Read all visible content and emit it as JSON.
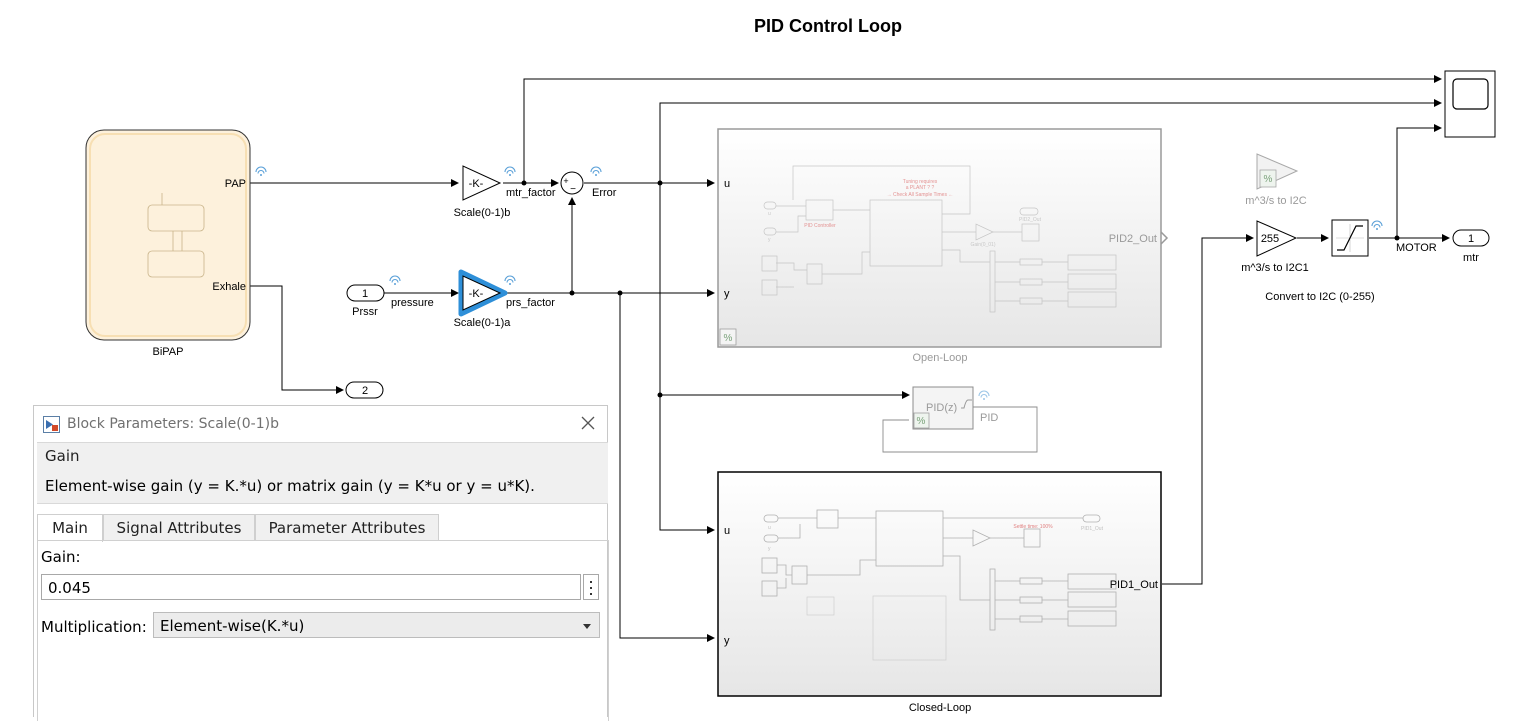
{
  "diagram": {
    "title": "PID Control Loop",
    "blocks": {
      "bipap": "BiPAP",
      "bipap_port_pap": "PAP",
      "bipap_port_exhale": "Exhale",
      "inport_prssr_num": "1",
      "inport_prssr_name": "Prssr",
      "outport_2_num": "2",
      "gain_k": "-K-",
      "gain_k_a": "-K-",
      "scale_b": "Scale(0-1)b",
      "scale_a": "Scale(0-1)a",
      "sum_plus": "+",
      "sum_minus": "−",
      "open_loop": "Open-Loop",
      "open_loop_in_u": "u",
      "open_loop_in_y": "y",
      "open_loop_out": "PID2_Out",
      "closed_loop": "Closed-Loop",
      "closed_loop_in_u": "u",
      "closed_loop_in_y": "y",
      "closed_loop_out": "PID1_Out",
      "pid_block": "PID(z)",
      "pid_label": "PID",
      "conv_gain_faint": "m^3/s to I2C",
      "conv_gain_value": "255",
      "conv_gain_name": "m^3/s to I2C1",
      "convert_caption": "Convert to I2C (0-255)",
      "outport_mtr_num": "1",
      "outport_mtr_name": "mtr"
    },
    "signals": {
      "mtr_factor": "mtr_factor",
      "error": "Error",
      "pressure": "pressure",
      "prs_factor": "prs_factor",
      "motor": "MOTOR"
    },
    "inner_open": {
      "tuning_note_1": "Tuning requires",
      "tuning_note_2": "a PLANT ? ?",
      "tuning_note_3": "→ Check All Sample Times ←",
      "pid_controller": "PID Controller",
      "pid2_out": "PID2_Out",
      "gain_label": "Gain(0_01)",
      "port_u": "u",
      "port_y": "y"
    },
    "inner_closed": {
      "settle_note": "Settle time: 100%",
      "pid1_out": "PID1_Out",
      "port_u": "u",
      "port_y": "y"
    }
  },
  "dialog": {
    "title": "Block Parameters: Scale(0-1)b",
    "group_title": "Gain",
    "description": "Element-wise gain (y = K.*u) or matrix gain (y = K*u or y = u*K).",
    "tabs": [
      "Main",
      "Signal Attributes",
      "Parameter Attributes"
    ],
    "active_tab": "Main",
    "gain_label": "Gain:",
    "gain_value": "0.045",
    "multiplication_label": "Multiplication:",
    "multiplication_value": "Element-wise(K.*u)"
  },
  "colors": {
    "stateflow_fill": "#fdf1dc",
    "stateflow_border": "#333333",
    "selection_blue": "#2e8fd8",
    "signal_icon": "#5aa0d8",
    "faint_grey": "#9a9a9a",
    "inner_red": "#e08080"
  }
}
